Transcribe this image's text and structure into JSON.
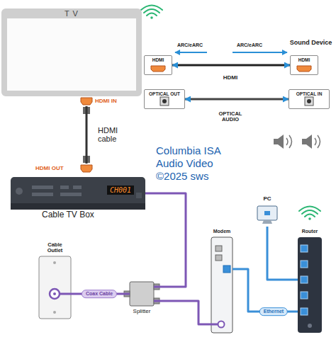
{
  "diagram": {
    "nodes": [
      {
        "text": [
          "T V"
        ]
      },
      {
        "text": [
          "HDMI"
        ]
      },
      {
        "text": [
          "OPTICAL OUT"
        ]
      },
      {
        "text": [
          "Sound Device"
        ]
      },
      {
        "text": [
          "HDMI"
        ],
        "in": 3
      },
      {
        "text": [
          "OPTICAL IN"
        ],
        "in": 3
      },
      {
        "text": [
          "HDMI IN"
        ]
      },
      {
        "text": [
          "HDMI OUT"
        ]
      },
      {
        "text": [
          "CH001",
          "Cable TV Box"
        ]
      },
      {
        "text": [
          "PC"
        ]
      },
      {
        "text": [
          "Modem"
        ]
      },
      {
        "text": [
          "Router"
        ]
      },
      {
        "text": [
          "Cable Outlet"
        ]
      },
      {
        "text": [
          "Splitter"
        ]
      }
    ],
    "edges": [
      {
        "from": 1,
        "to": 4,
        "label": "HDMI",
        "arrow": "both"
      },
      {
        "from": 2,
        "to": 5,
        "label": "OPTICAL AUDIO",
        "arrow": "both"
      },
      {
        "from": 7,
        "to": 6,
        "label": "HDMI cable",
        "arrow": "none"
      },
      {
        "from": 12,
        "to": 13,
        "label": "Coax Cable",
        "arrow": "none"
      },
      {
        "from": 13,
        "to": 8,
        "arrow": "none"
      },
      {
        "from": 13,
        "to": 10,
        "arrow": "none"
      },
      {
        "from": 10,
        "to": 11,
        "label": "Ethernet",
        "arrow": "none"
      },
      {
        "from": 9,
        "to": 11,
        "arrow": "none"
      }
    ],
    "labels": [
      "ARC/eARC",
      "ARC/eARC",
      "Columbia ISA",
      "Audio Video",
      "©2025 sws"
    ]
  }
}
